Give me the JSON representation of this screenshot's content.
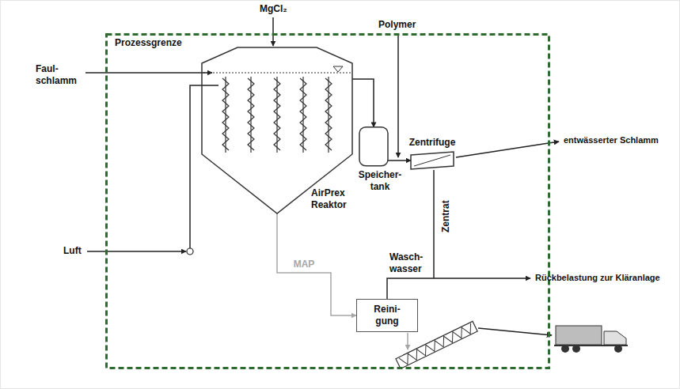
{
  "diagram": {
    "nodes": [
      {
        "text": [
          "Prozessgrenze"
        ]
      },
      {
        "text": [
          "AirPrex Reaktor"
        ],
        "in": 0
      },
      {
        "text": [
          "Speicher- tank"
        ],
        "in": 0
      },
      {
        "text": [
          "Zentrifuge"
        ],
        "in": 0
      },
      {
        "text": [
          "Reini- gung"
        ],
        "in": 0
      }
    ],
    "edges": [
      {
        "from": 1,
        "to": 2,
        "arrow": "to"
      },
      {
        "from": 2,
        "to": 3,
        "arrow": "to"
      },
      {
        "from": 1,
        "to": 4,
        "label": "MAP",
        "arrow": "to"
      }
    ],
    "labels": [
      "MgCl₂",
      "Polymer",
      "Faul- schlamm",
      "Luft",
      "entwässerter Schlamm",
      "Zentrat",
      "Wasch- wasser",
      "Rückbelastung zur Kläranlage"
    ]
  }
}
